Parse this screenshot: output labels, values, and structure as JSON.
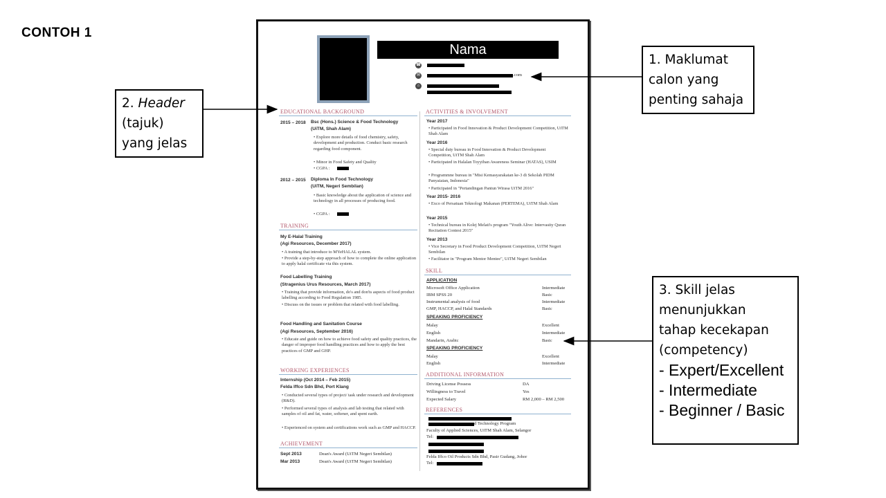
{
  "slide_title": "CONTOH 1",
  "callouts": {
    "c1": {
      "lines": [
        "1. Maklumat",
        "calon yang",
        "penting sahaja"
      ]
    },
    "c2": {
      "num": "2. ",
      "italic": "Header",
      "lines": [
        "(tajuk)",
        "yang jelas"
      ]
    },
    "c3": {
      "lines": [
        "3. Skill jelas",
        "menunjukkan",
        "tahap kecekapan",
        "(competency)"
      ],
      "levels": [
        "- Expert/Excellent",
        "- Intermediate",
        "- Beginner / Basic"
      ]
    }
  },
  "resume": {
    "name": "Nama",
    "email_suffix": ".com",
    "left": {
      "education": {
        "title": "EDUCATIONAL BACKGROUND",
        "entries": [
          {
            "years": "2015 – 2018",
            "degree": "Bsc (Hons.) Science & Food Technology",
            "school": "(UiTM, Shah Alam)",
            "bullets": [
              "Explore more details of food chemistry, safety, development and production. Conduct basic research regarding food component.",
              "Minor in Food Safety and Quality",
              "CGPA :"
            ]
          },
          {
            "years": "2012 – 2015",
            "degree": "Diploma In Food Technology",
            "school": "(UiTM, Negeri Sembilan)",
            "bullets": [
              "Basic knowledge about the application of science and technology in all processes of producing food.",
              "CGPA :"
            ]
          }
        ]
      },
      "training": {
        "title": "TRAINING",
        "entries": [
          {
            "name": "My E-Halal Training",
            "org": "(Agi Resources, December 2017)",
            "bullets": [
              "A training that introduce to MYeHALAL system.",
              "Provide a step-by-step approach of how to complete the online application to apply halal certificate via this system."
            ]
          },
          {
            "name": "Food Labelling Training",
            "org": "(Stragenius Urus Resources, March 2017)",
            "bullets": [
              "Training that provide information, do's and don'ts aspects of food product labelling according to Food Regulation 1985.",
              "Discuss on the issues or problem that related with food labelling."
            ]
          },
          {
            "name": "Food Handling and Sanitation Course",
            "org": "(Agi Resources, September 2016)",
            "bullets": [
              "Educate and guide on how to achieve food safety and quality practices, the danger of improper food handling practices and how to apply the best practices of GMP and GHP."
            ]
          }
        ]
      },
      "work": {
        "title": "WORKING EXPERIENCES",
        "role": "Internship (Oct 2014 – Feb 2015)",
        "company": "Felda Iffco Sdn Bhd, Port Klang",
        "bullets": [
          "Conducted several types of project/ task under research and development (R&D).",
          "Performed several types of analysis and lab testing that related with samples of oil and fat, water, softener, and spent earth.",
          "Experienced on system and certifications work such as GMP and HACCP."
        ]
      },
      "achievement": {
        "title": "ACHIEVEMENT",
        "rows": [
          {
            "date": "Sept 2013",
            "text": "Dean's Award (UiTM Negeri Sembilan)"
          },
          {
            "date": "Mar 2013",
            "text": "Dean's Award (UiTM Negeri Sembilan)"
          }
        ]
      }
    },
    "right": {
      "activities": {
        "title": "ACTIVITIES & INVOLVEMENT",
        "years": [
          {
            "year": "Year 2017",
            "items": [
              "Participated in Food Innovation & Product Development Competition, UiTM Shah Alam"
            ]
          },
          {
            "year": "Year 2016",
            "items": [
              "Special duty bureau in Food Innovation & Product Development Competition, UiTM Shah Alam",
              "Participated in Halalan Toyyiban Awareness Seminar (HATAS), USIM",
              "Programmne bureau in \"Misi Kemasyarakatan ke-3 di Sekolah PIDM Panyaiaian, Indonesia\"",
              "Participated in \"Pertandingan Pantun Wirasa UiTM 2016\""
            ]
          },
          {
            "year": "Year 2015- 2016",
            "items": [
              "Exco of Persatuan Teknologi Makanan (PERTEMA), UiTM Shah Alam"
            ]
          },
          {
            "year": "Year 2015",
            "items": [
              "Technical bureau in Kolej Melati's program \"Youth Alive: Intervasity Quran Recitation Contest 2015\""
            ]
          },
          {
            "year": "Year 2013",
            "items": [
              "Vice Secretary in Food Product Development Competition, UiTM Negeri Sembilan",
              "Facilitator in \"Program Mentor Mentee\", UiTM Negeri Sembilan"
            ]
          }
        ]
      },
      "skill": {
        "title": "SKILL",
        "application_label": "APPLICATION",
        "application": [
          [
            "Microsoft Office Application",
            "Intermediate"
          ],
          [
            "IBM SPSS 20",
            "Basic"
          ],
          [
            "Instrumental analysis of food",
            "Intermediate"
          ],
          [
            "GMP, HACCP, and Halal Standards",
            "Basic"
          ]
        ],
        "speaking_label": "SPEAKING PROFICIENCY",
        "speaking": [
          [
            "Malay",
            "Excellent"
          ],
          [
            "English",
            "Intermediate"
          ],
          [
            "Mandarin, Arabic",
            "Basic"
          ]
        ],
        "speaking2_label": "SPEAKING PROFICIENCY",
        "speaking2": [
          [
            "Malay",
            "Excellent"
          ],
          [
            "English",
            "Intermediate"
          ]
        ]
      },
      "additional": {
        "title": "ADDITIONAL INFORMATION",
        "rows": [
          [
            "Driving License Possess",
            "DA"
          ],
          [
            "Willingness to Travel",
            "Yes"
          ],
          [
            "Expected Salary",
            "RM 2,000 – RM 2,500"
          ]
        ]
      },
      "references": {
        "title": "REFERENCES",
        "ref1_dept": "d Technology Program",
        "ref1_faculty": "Faculty of Applied Sciences, UiTM Shah Alam, Selangor",
        "tel_label": "Tel:",
        "ref2_company": "Felda Iffco Oil Products Sdn Bhd, Pasir Gudang, Johor"
      }
    }
  }
}
